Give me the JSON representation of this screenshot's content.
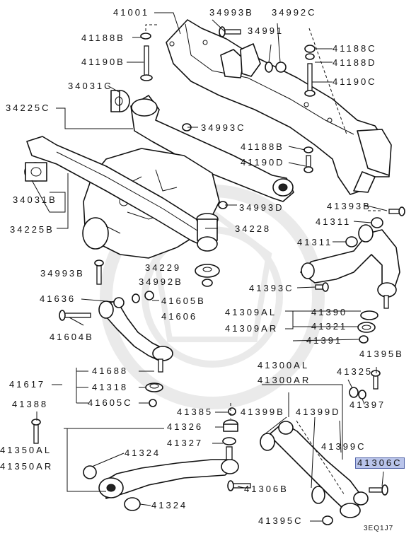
{
  "labels": {
    "p41001": "41001",
    "p34993B": "34993B",
    "p34992C": "34992C",
    "p41188B_t": "41188B",
    "p34991": "34991",
    "p41188C": "41188C",
    "p41190B": "41190B",
    "p41188D": "41188D",
    "p34031C": "34031C",
    "p41190C": "41190C",
    "p34225C": "34225C",
    "p34993C": "34993C",
    "p41188B_m": "41188B",
    "p41190D": "41190D",
    "p34031B": "34031B",
    "p34993D": "34993D",
    "p41393B": "41393B",
    "p34225B": "34225B",
    "p41311_a": "41311",
    "p34228": "34228",
    "p41311_b": "41311",
    "p34229": "34229",
    "p34993B_b": "34993B",
    "p34992B": "34992B",
    "p41393C": "41393C",
    "p41636": "41636",
    "p41605B": "41605B",
    "p41309AL": "41309AL",
    "p41390": "41390",
    "p41606": "41606",
    "p41309AR": "41309AR",
    "p41321": "41321",
    "p41604B": "41604B",
    "p41391": "41391",
    "p41395B": "41395B",
    "p41300AL": "41300AL",
    "p41325": "41325",
    "p41688": "41688",
    "p41300AR": "41300AR",
    "p41617": "41617",
    "p41318": "41318",
    "p41605C": "41605C",
    "p41397": "41397",
    "p41388": "41388",
    "p41385": "41385",
    "p41399B": "41399B",
    "p41399D": "41399D",
    "p41326": "41326",
    "p41350AL": "41350AL",
    "p41324_a": "41324",
    "p41327": "41327",
    "p41399C": "41399C",
    "p41306C": "41306C",
    "p41350AR": "41350AR",
    "p41306B": "41306B",
    "p41324_b": "41324",
    "p41395C": "41395C"
  },
  "footer_code": "3EQ1J7"
}
